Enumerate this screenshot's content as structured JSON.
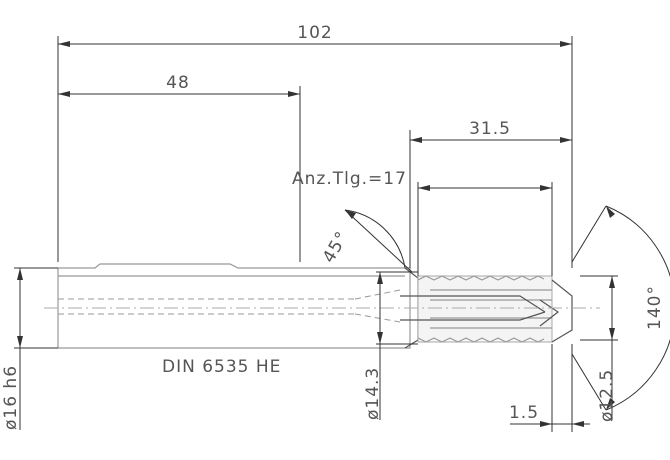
{
  "drawing": {
    "dims": {
      "overall_length": "102",
      "shank_length": "48",
      "thread_length": "31.5",
      "tooth_count": "Anz.Tlg.=17",
      "chamfer_angle": "45°",
      "point_angle": "140°",
      "shank_diameter": "ø16 h6",
      "cutter_diameter": "ø14.3",
      "tip_length": "1.5",
      "tip_diameter": "ø12.5"
    },
    "standard": "DIN 6535 HE"
  },
  "colors": {
    "part": "#999999",
    "dimension": "#333333",
    "text": "#555555"
  }
}
